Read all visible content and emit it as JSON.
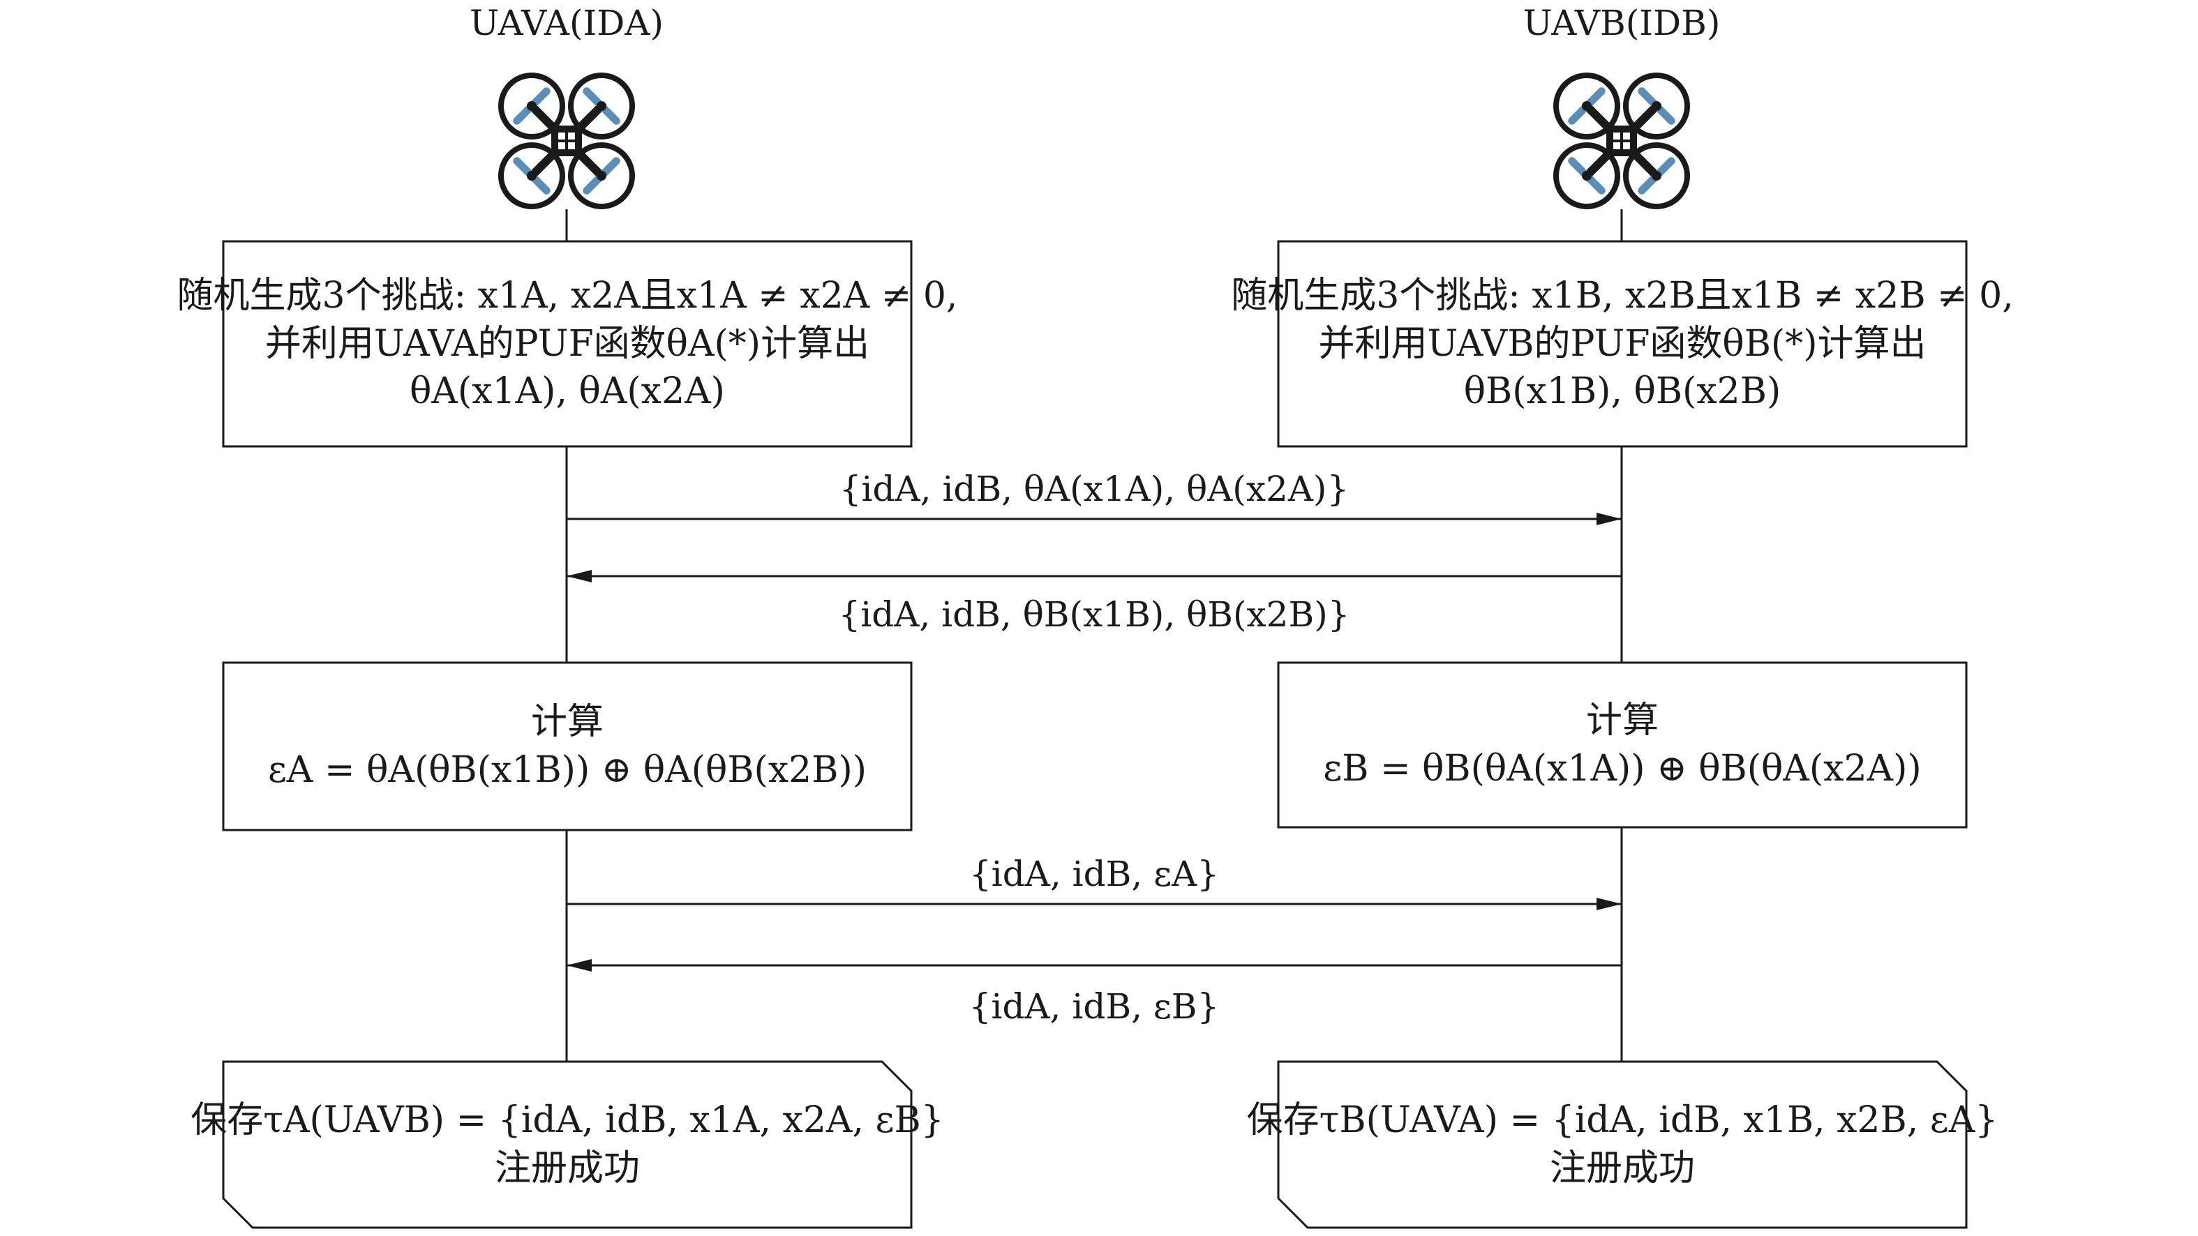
{
  "party_a": {
    "title": "UAVA(IDA)",
    "gen_box": [
      "随机生成3个挑战: x1A, x2A且x1A ≠ x2A ≠ 0,",
      "并利用UAVA的PUF函数θA(*)计算出",
      "θA(x1A), θA(x2A)"
    ],
    "compute_box": [
      "计算",
      "εA = θA(θB(x1B)) ⊕ θA(θB(x2B))"
    ],
    "save_box": [
      "保存τA(UAVB) = {idA, idB, x1A, x2A, εB}",
      "注册成功"
    ]
  },
  "party_b": {
    "title": "UAVB(IDB)",
    "gen_box": [
      "随机生成3个挑战: x1B, x2B且x1B ≠ x2B ≠ 0,",
      "并利用UAVB的PUF函数θB(*)计算出",
      "θB(x1B), θB(x2B)"
    ],
    "compute_box": [
      "计算",
      "εB = θB(θA(x1A)) ⊕ θB(θA(x2A))"
    ],
    "save_box": [
      "保存τB(UAVA) = {idA, idB, x1B, x2B, εA}",
      "注册成功"
    ]
  },
  "messages": [
    {
      "text": "{idA, idB, θA(x1A), θA(x2A)}",
      "direction": "A-to-B"
    },
    {
      "text": "{idA, idB, θB(x1B), θB(x2B)}",
      "direction": "B-to-A"
    },
    {
      "text": "{idA, idB, εA}",
      "direction": "A-to-B"
    },
    {
      "text": "{idA, idB, εB}",
      "direction": "B-to-A"
    }
  ],
  "icons": [
    "drone-icon",
    "drone-icon"
  ],
  "colors": {
    "line": "#1a1a1a",
    "propeller": "#5b8db8"
  }
}
